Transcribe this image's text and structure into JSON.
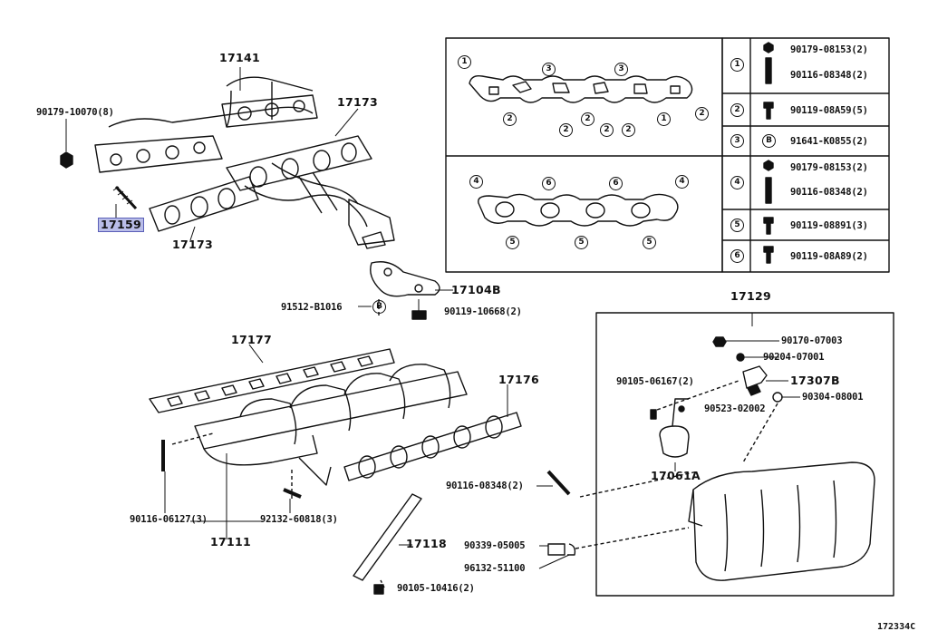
{
  "parts": {
    "p17141": "17141",
    "p90179_10070": "90179-10070(8)",
    "p17173a": "17173",
    "p17173b": "17173",
    "p17159": "17159",
    "p17104B": "17104B",
    "p91512": "91512-B1016",
    "p90119_10668": "90119-10668(2)",
    "p17177": "17177",
    "p17176": "17176",
    "p90116_06127": "90116-06127(3)",
    "p92132": "92132-60818(3)",
    "p17111": "17111",
    "p17118": "17118",
    "p90105_10416": "90105-10416(2)",
    "p17129": "17129",
    "p90170": "90170-07003",
    "p90204": "90204-07001",
    "p90105_06167": "90105-06167(2)",
    "p17307B": "17307B",
    "p90523": "90523-02002",
    "p90304": "90304-08001",
    "p17061A": "17061A",
    "p90116_08348": "90116-08348(2)",
    "p90339": "90339-05005",
    "p96132": "96132-51100"
  },
  "gasket_callouts": {
    "upper": [
      "1",
      "3",
      "3",
      "2",
      "2",
      "2",
      "2",
      "2",
      "1",
      "2"
    ],
    "lower": [
      "4",
      "6",
      "6",
      "4",
      "5",
      "5",
      "5"
    ],
    "b_marker": "B"
  },
  "table": {
    "rows": [
      {
        "num": "1",
        "items": [
          "90179-08153(2)",
          "90116-08348(2)"
        ]
      },
      {
        "num": "2",
        "items": [
          "90119-08A59(5)"
        ]
      },
      {
        "num": "3",
        "items": [
          "91641-K0855(2)"
        ]
      },
      {
        "num": "4",
        "items": [
          "90179-08153(2)",
          "90116-08348(2)"
        ]
      },
      {
        "num": "5",
        "items": [
          "90119-08891(3)"
        ]
      },
      {
        "num": "6",
        "items": [
          "90119-08A89(2)"
        ]
      }
    ],
    "b_marker": "B"
  },
  "page_code": "172334C",
  "colors": {
    "highlight": "#b9bde8",
    "line": "#111111"
  }
}
